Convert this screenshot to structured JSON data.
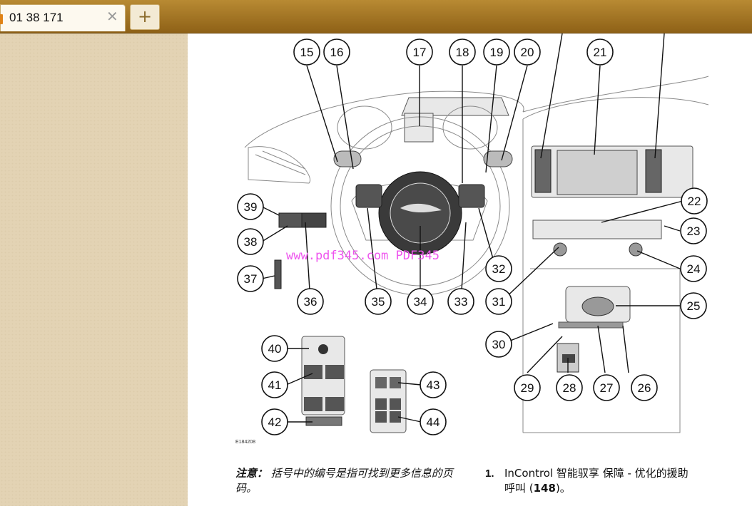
{
  "tab": {
    "title": "01 38 171",
    "close_glyph": "✕",
    "new_tab_glyph": "+"
  },
  "figure": {
    "code": "E184208",
    "watermark": "www.pdf345.com  PDF345",
    "callouts": [
      "15",
      "16",
      "17",
      "18",
      "19",
      "20",
      "21",
      "22",
      "23",
      "24",
      "25",
      "26",
      "27",
      "28",
      "29",
      "30",
      "31",
      "32",
      "33",
      "34",
      "35",
      "36",
      "37",
      "38",
      "39",
      "40",
      "41",
      "42",
      "43",
      "44"
    ]
  },
  "note": {
    "label": "注意：",
    "text": "括号中的编号是指可找到更多信息的页码。"
  },
  "list": [
    {
      "num": "1.",
      "text_before": "InControl 智能驭享 保障 - 优化的援助呼叫 (",
      "page": "148",
      "text_after": ")。"
    }
  ]
}
